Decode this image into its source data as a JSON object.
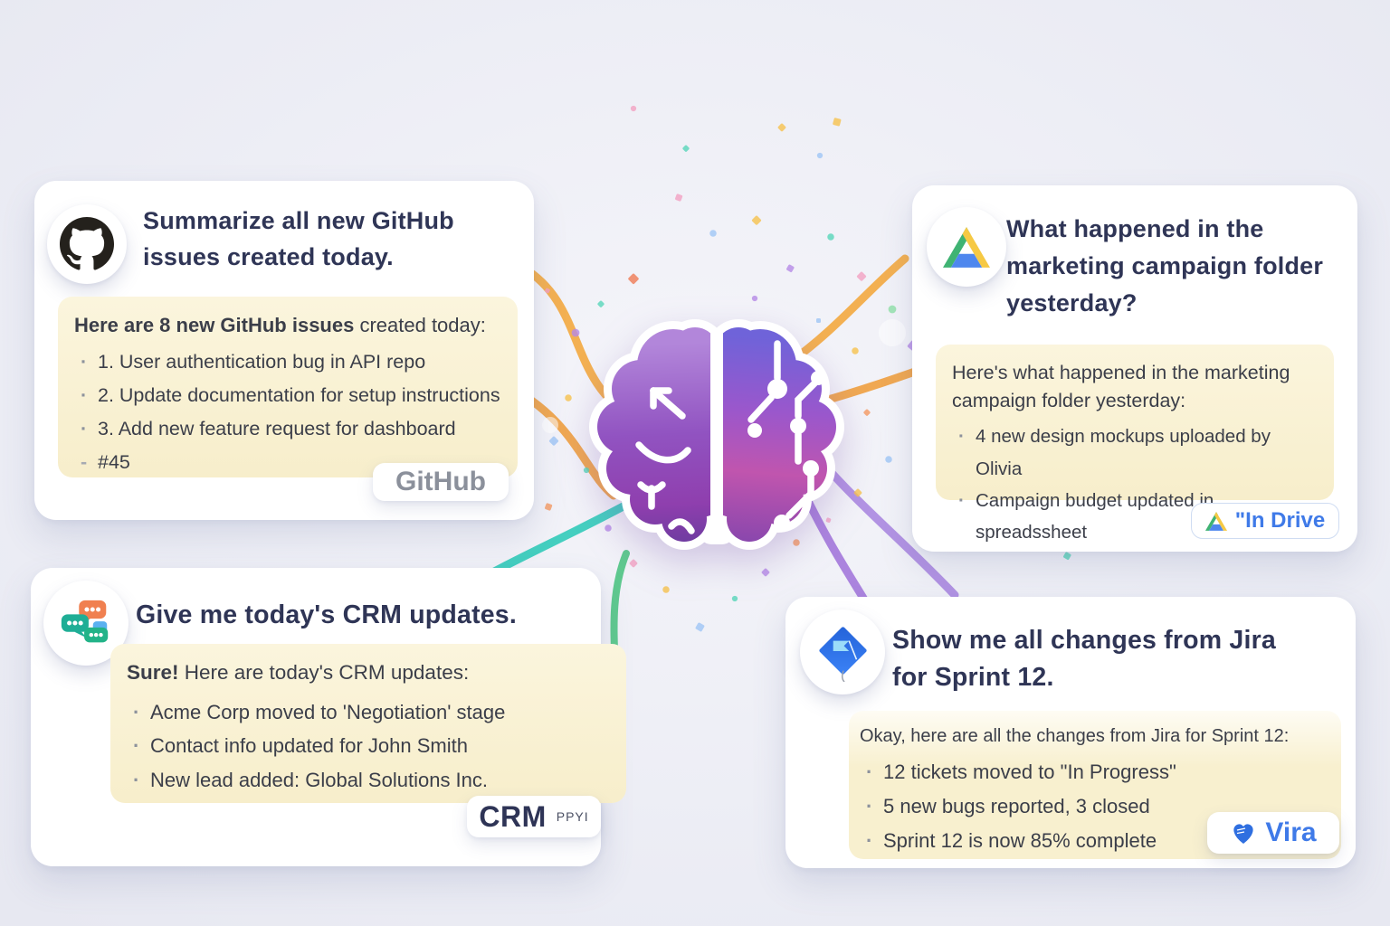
{
  "cards": {
    "github": {
      "icon": "octocat-icon",
      "title": "Summarize all new GitHub issues created today.",
      "response": {
        "intro_strong": "Here are 8 new GitHub issues",
        "intro_rest": " created today:",
        "bullets": [
          "1. User authentication bug in API repo",
          "2. Update documentation for setup instructions",
          "3. Add new feature request for dashboard",
          "#45"
        ]
      },
      "badge": "GitHub"
    },
    "drive": {
      "icon": "drive-triangle-icon",
      "title": "What happened in the marketing campaign folder yesterday?",
      "response": {
        "intro": "Here's what happened in the marketing campaign folder yesterday:",
        "bullets": [
          "4 new design mockups uploaded by Olivia",
          "Campaign budget updated in spreadssheet"
        ]
      },
      "badge": "\"In Drive"
    },
    "crm": {
      "icon": "chat-bubbles-icon",
      "title": "Give me today's CRM updates.",
      "response": {
        "intro_strong": "Sure!",
        "intro_rest": " Here are today's CRM updates:",
        "bullets": [
          "Acme Corp moved to 'Negotiation' stage",
          "Contact info updated for John Smith",
          "New lead added: Global Solutions Inc."
        ]
      },
      "badge": "CRM",
      "badge_suffix": "PPYI"
    },
    "jira": {
      "icon": "jira-flag-icon",
      "title": "Show me all changes from Jira for Sprint 12.",
      "response": {
        "intro": "Okay, here are all the changes from Jira for Sprint 12:",
        "bullets": [
          "12 tickets moved to \"In Progress\"",
          "5 new bugs reported, 3 closed",
          "Sprint 12 is now 85% complete"
        ]
      },
      "badge": "Vira"
    }
  },
  "center": {
    "illustration": "split-brain-organic-and-circuit"
  },
  "colors": {
    "background": "#ebecf4",
    "card": "#ffffff",
    "title_navy": "#2f3556",
    "body_text": "#3b3e49",
    "response_cream": "#f9f2d5",
    "github_badge_text": "#8b909b",
    "drive_blue": "#3f7ae8",
    "crm_navy": "#2e3456",
    "line_yellow": "#f3b052",
    "line_teal": "#45cfc0",
    "line_green": "#5fc98f",
    "line_purple": "#b293e3",
    "drive_green": "#3fb373",
    "drive_yellow": "#f6c944",
    "drive_blue_tri": "#4e87ee"
  },
  "decor": {
    "confetti_colors": [
      "#f59a62",
      "#f6c24e",
      "#58d6b9",
      "#b58ae6",
      "#f2a1c2",
      "#9fc6f5",
      "#8fe0a8",
      "#ef7a55"
    ]
  }
}
